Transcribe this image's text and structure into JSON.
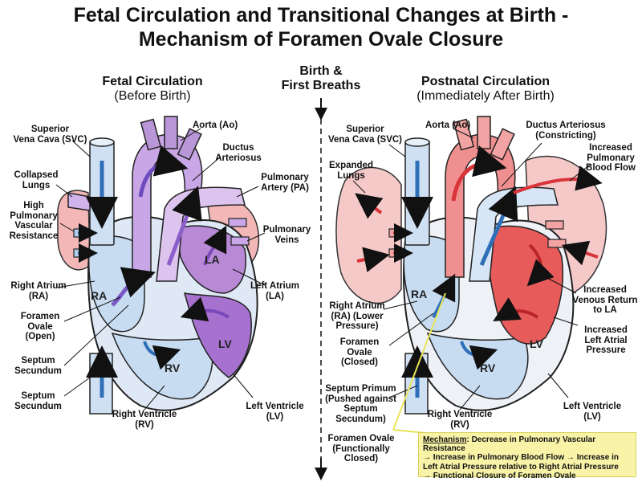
{
  "title_line1": "Fetal Circulation and Transitional Changes at Birth -",
  "title_line2": "Mechanism of Foramen Ovale Closure",
  "center": {
    "line1": "Birth &",
    "line2": "First Breaths"
  },
  "left": {
    "heading": "Fetal Circulation",
    "subheading": "(Before Birth)",
    "labels": {
      "svc": "Superior\nVena Cava (SVC)",
      "aorta": "Aorta (Ao)",
      "ductus": "Ductus\nArteriosus",
      "lungs": "Collapsed\nLungs",
      "high_pvr": "High\nPulmonary\nVascular\nResistance",
      "pa": "Pulmonary\nArtery (PA)",
      "pv": "Pulmonary\nVeins",
      "ra": "Right Atrium\n(RA)",
      "fo": "Foramen\nOvale\n(Open)",
      "septum1": "Septum\nSecundum",
      "septum2": "Septum\nSecundum",
      "la": "Left Atrium\n(LA)",
      "rv": "Right Ventricle\n(RV)",
      "lv": "Left Ventricle\n(LV)"
    },
    "chambers": {
      "ra": "RA",
      "la": "LA",
      "rv": "RV",
      "lv": "LV"
    }
  },
  "right": {
    "heading": "Postnatal Circulation",
    "subheading": "(Immediately After Birth)",
    "labels": {
      "aorta": "Aorta (Ao)",
      "ductus": "Ductus Arteriosus\n(Constricting)",
      "svc": "Superior\nVena Cava (SVC)",
      "expanded": "Expanded\nLungs",
      "inc_flow": "Increased\nPulmonary\nBlood Flow",
      "ra": "Right Atrium\n(RA) (Lower\nPressure)",
      "inc_venous": "Increased\nVenous Return\nto LA",
      "inc_lap": "Increased\nLeft Atrial\nPressure",
      "fo": "Foramen\nOvale\n(Closed)",
      "septum_primum": "Septum Primum\n(Pushed against\nSeptum\nSecundum)",
      "rv": "Right Ventricle\n(RV)",
      "lv": "Left Ventricle\n(LV)",
      "fo_func": "Foramen Ovale\n(Functionally\nClosed)"
    },
    "chambers": {
      "ra": "RA",
      "rv": "RV",
      "lv": "LV"
    }
  },
  "mechanism": {
    "heading": "Mechanism",
    "line1": ": Decrease in Pulmonary Vascular Resistance",
    "line2": "→ Increase in Pulmonary Blood Flow → Increase in",
    "line3": "Left Atrial Pressure relative to Right Atrial Pressure",
    "line4": "→ Functional Closure of Foramen Ovale"
  },
  "colors": {
    "deoxy": "#2f6fb8",
    "oxy": "#d8343a",
    "mixed": "#9a5ec8",
    "lung_pink": "#f3b7b7"
  }
}
